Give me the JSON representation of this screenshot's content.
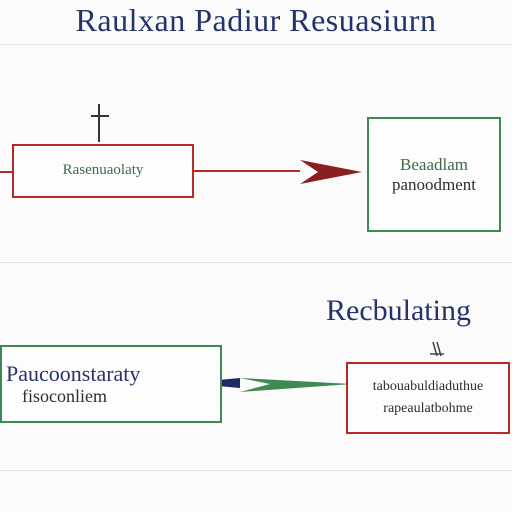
{
  "title": "Raulxan Padiur Resuasiurn",
  "top_row": {
    "left_box": {
      "label": "Rasenuaolaty"
    },
    "right_box": {
      "line1": "Beaadlam",
      "line2": "panoodment"
    }
  },
  "section_title": "Recbulating",
  "bottom_row": {
    "left_box": {
      "line1": "Paucoonstaraty",
      "line2": "fisoconliem"
    },
    "right_box": {
      "line1": "tabouabuldiaduthue",
      "line2": "rapeaulatbohme"
    }
  },
  "colors": {
    "title": "#25336b",
    "red": "#b32a2a",
    "green": "#3f8a52",
    "navy": "#1e2a66"
  }
}
